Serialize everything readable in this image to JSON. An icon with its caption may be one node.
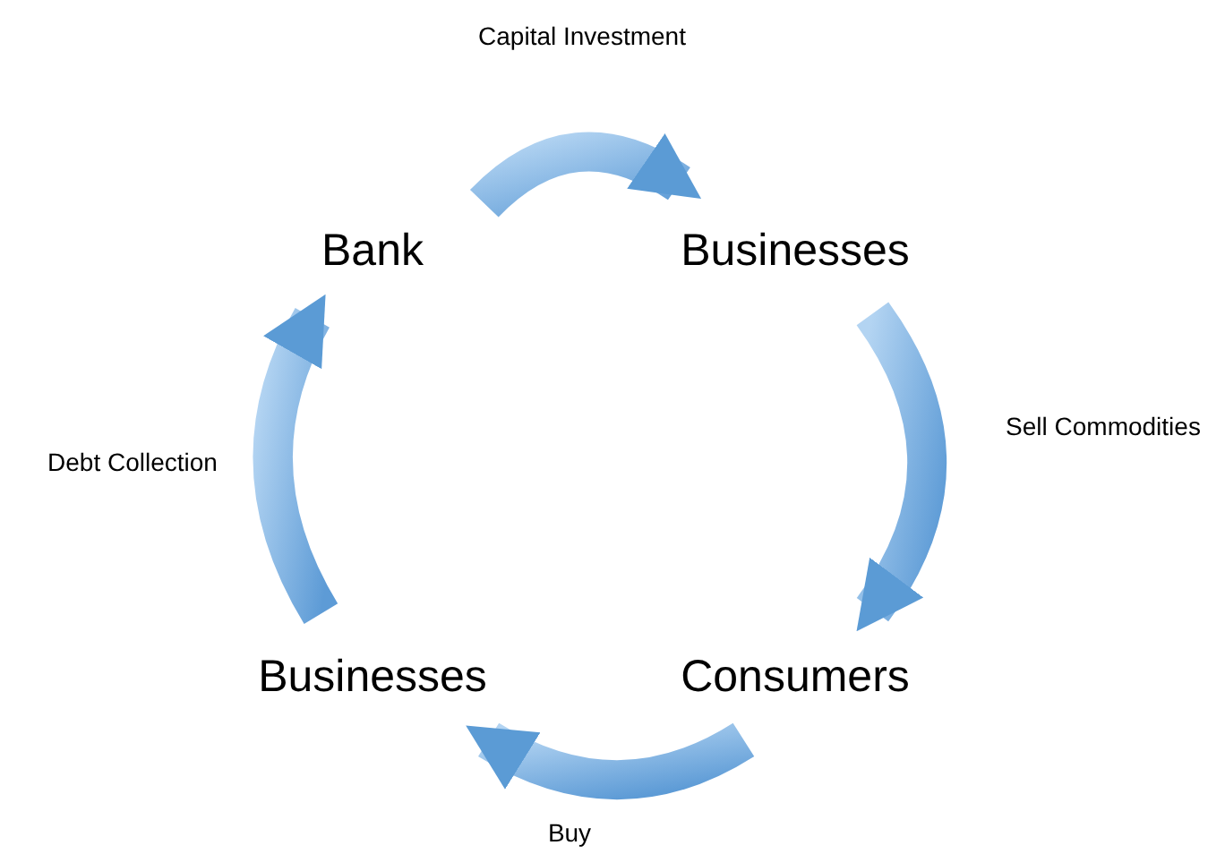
{
  "diagram": {
    "nodes": [
      {
        "text": [
          "Bank"
        ]
      },
      {
        "text": [
          "Businesses"
        ]
      },
      {
        "text": [
          "Consumers"
        ]
      },
      {
        "text": [
          "Businesses"
        ]
      }
    ],
    "edges": [
      {
        "from": 0,
        "to": 1,
        "arrow": "to",
        "label": "Capital Investment"
      },
      {
        "from": 1,
        "to": 2,
        "arrow": "to",
        "label": "Sell Commodities"
      },
      {
        "from": 2,
        "to": 3,
        "arrow": "to",
        "label": "Buy"
      },
      {
        "from": 3,
        "to": 0,
        "arrow": "to",
        "label": "Debt Collection"
      }
    ]
  }
}
